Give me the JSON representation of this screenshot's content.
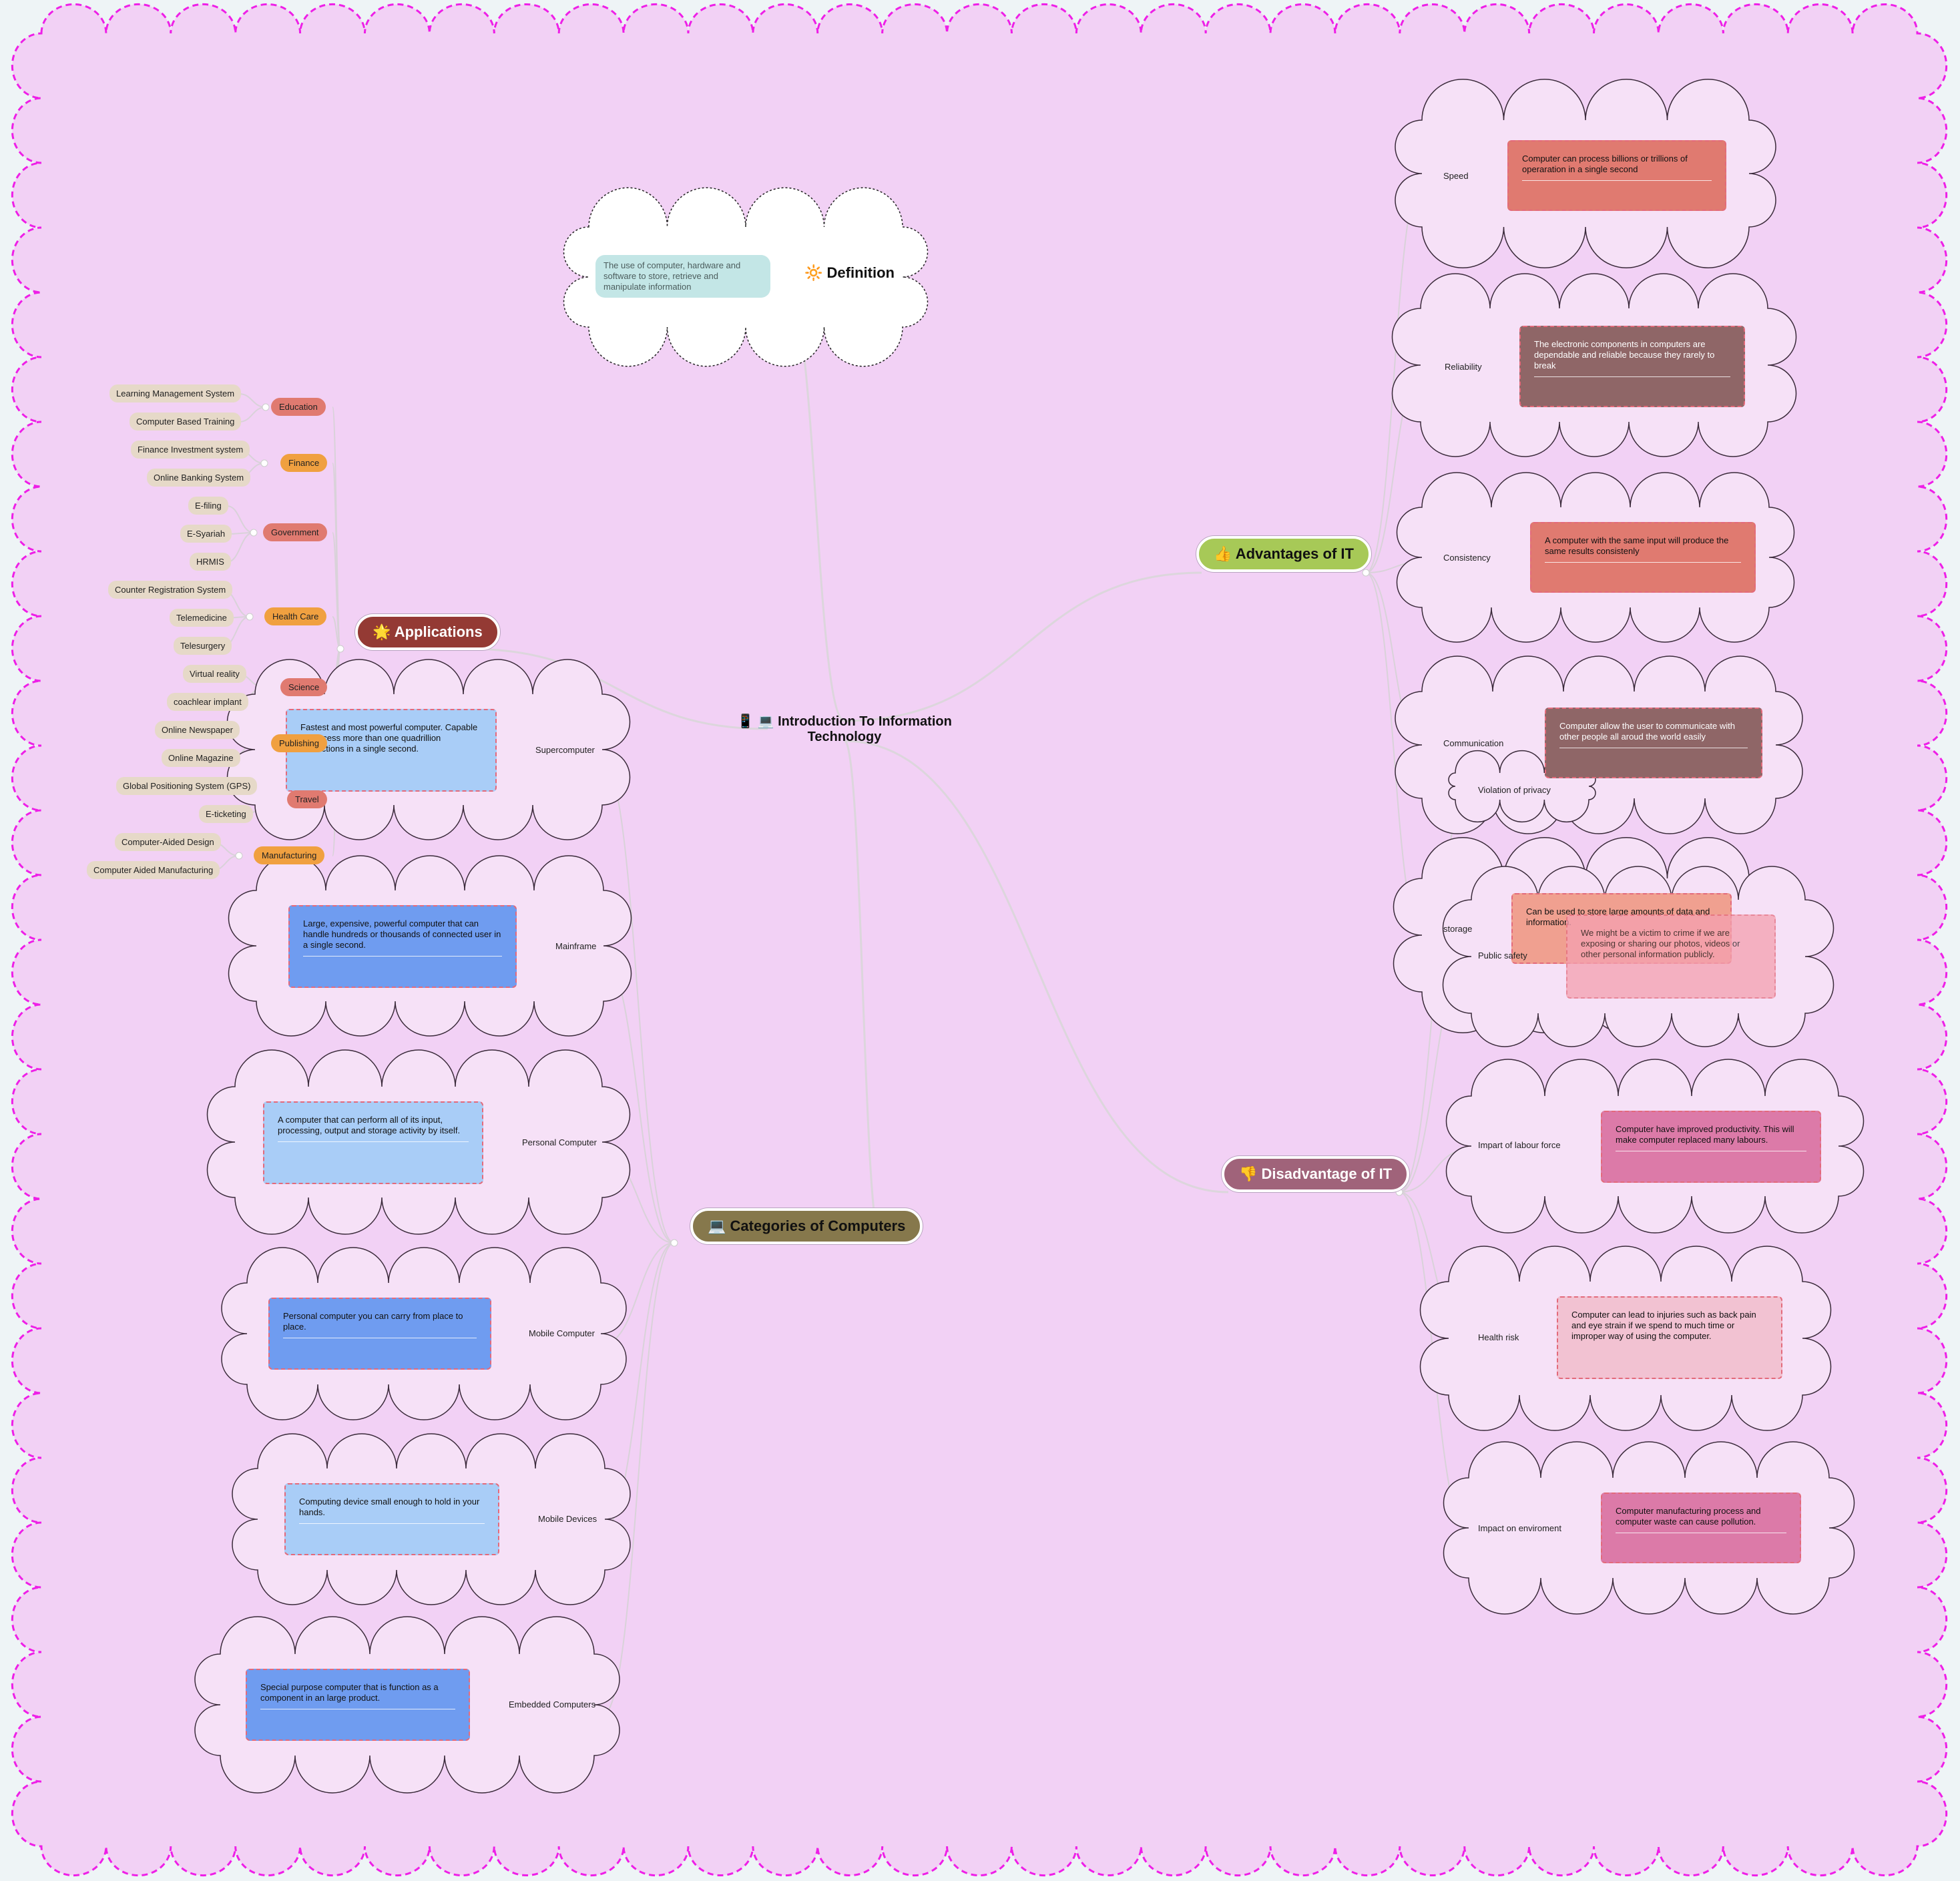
{
  "central": {
    "icons": "📱 💻",
    "title": "Introduction To Information Technology"
  },
  "definition": {
    "icon": "🔆",
    "title": "Definition",
    "text": "The use of computer, hardware and software to store, retrieve and manipulate information"
  },
  "advantages": {
    "icon": "👍",
    "title": "Advantages of IT",
    "color": "#a7c957",
    "items": [
      {
        "label": "Speed",
        "text": "Computer can process billions or trillions of operaration in a single second",
        "color": "#e07a70"
      },
      {
        "label": "Reliability",
        "text": "The electronic components in computers are dependable and reliable because they rarely to break",
        "color": "#8f6667"
      },
      {
        "label": "Consistency",
        "text": "A computer with the same input will produce the same results consistenly",
        "color": "#e07a70"
      },
      {
        "label": "Communication",
        "text": "Computer allow the user to communicate with other people all aroud the world easily",
        "color": "#8f6667"
      },
      {
        "label": "storage",
        "text": "Can be used to store large amounts of data and information.",
        "color": "#f0a090"
      }
    ]
  },
  "disadvantages": {
    "icon": "👎",
    "title": "Disadvantage of IT",
    "color": "#a0637a",
    "items": [
      {
        "label": "Violation of privacy",
        "text": ""
      },
      {
        "label": "Public safety",
        "text": "We might be a victim to crime if we are exposing or sharing our photos, videos or other personal information publicly.",
        "color": "#f4a0b0"
      },
      {
        "label": "Impart of labour force",
        "text": "Computer have improved productivity. This will make computer replaced many labours.",
        "color": "#dc7aa8"
      },
      {
        "label": "Health risk",
        "text": "Computer can lead to injuries such as back pain and eye strain if we spend to much time or improper way of using the computer.",
        "color": "#f2c2d2"
      },
      {
        "label": "Impact on enviroment",
        "text": "Computer manufacturing process and computer waste can cause pollution.",
        "color": "#dc7aa8"
      }
    ]
  },
  "applications": {
    "icon": "🌟",
    "title": "Applications",
    "color": "#943a34",
    "categories": [
      {
        "name": "Education",
        "color": "#e07a70",
        "leaves": [
          "Learning Management System",
          "Computer Based Training"
        ]
      },
      {
        "name": "Finance",
        "color": "#f0a040",
        "leaves": [
          "Finance Investment system",
          "Online Banking System"
        ]
      },
      {
        "name": "Government",
        "color": "#e07a70",
        "leaves": [
          "E-filing",
          "E-Syariah",
          "HRMIS"
        ]
      },
      {
        "name": "Health Care",
        "color": "#f0a040",
        "leaves": [
          "Counter Registration System",
          "Telemedicine",
          "Telesurgery"
        ]
      },
      {
        "name": "Science",
        "color": "#e07a70",
        "leaves": [
          "Virtual reality",
          "coachlear implant"
        ]
      },
      {
        "name": "Publishing",
        "color": "#f0a040",
        "leaves": [
          "Online Newspaper",
          "Online Magazine"
        ]
      },
      {
        "name": "Travel",
        "color": "#e07a70",
        "leaves": [
          "Global Positioning System (GPS)",
          "E-ticketing"
        ]
      },
      {
        "name": "Manufacturing",
        "color": "#f0a040",
        "leaves": [
          "Computer-Aided Design",
          "Computer Aided Manufacturing"
        ]
      }
    ]
  },
  "categories": {
    "icon": "💻",
    "title": "Categories of Computers",
    "color": "#86784c",
    "items": [
      {
        "label": "Supercomputer",
        "text": "Fastest and most powerful computer. Capable to process more than one quadrillion instructions in a single second.",
        "color": "#a9cdf7"
      },
      {
        "label": "Mainframe",
        "text": "Large, expensive, powerful computer that can handle hundreds or thousands of connected user in a single second.",
        "color": "#6f9cf0"
      },
      {
        "label": "Personal Computer",
        "text": "A computer that can perform all of its input, processing, output and storage activity by itself.",
        "color": "#a9cdf7"
      },
      {
        "label": "Mobile Computer",
        "text": "Personal computer you can carry from place to place.",
        "color": "#6f9cf0"
      },
      {
        "label": "Mobile Devices",
        "text": "Computing device small enough to hold in your hands.",
        "color": "#a9cdf7"
      },
      {
        "label": "Embedded Computers",
        "text": "Special purpose computer that is function as a component in an large product.",
        "color": "#6f9cf0"
      }
    ]
  }
}
